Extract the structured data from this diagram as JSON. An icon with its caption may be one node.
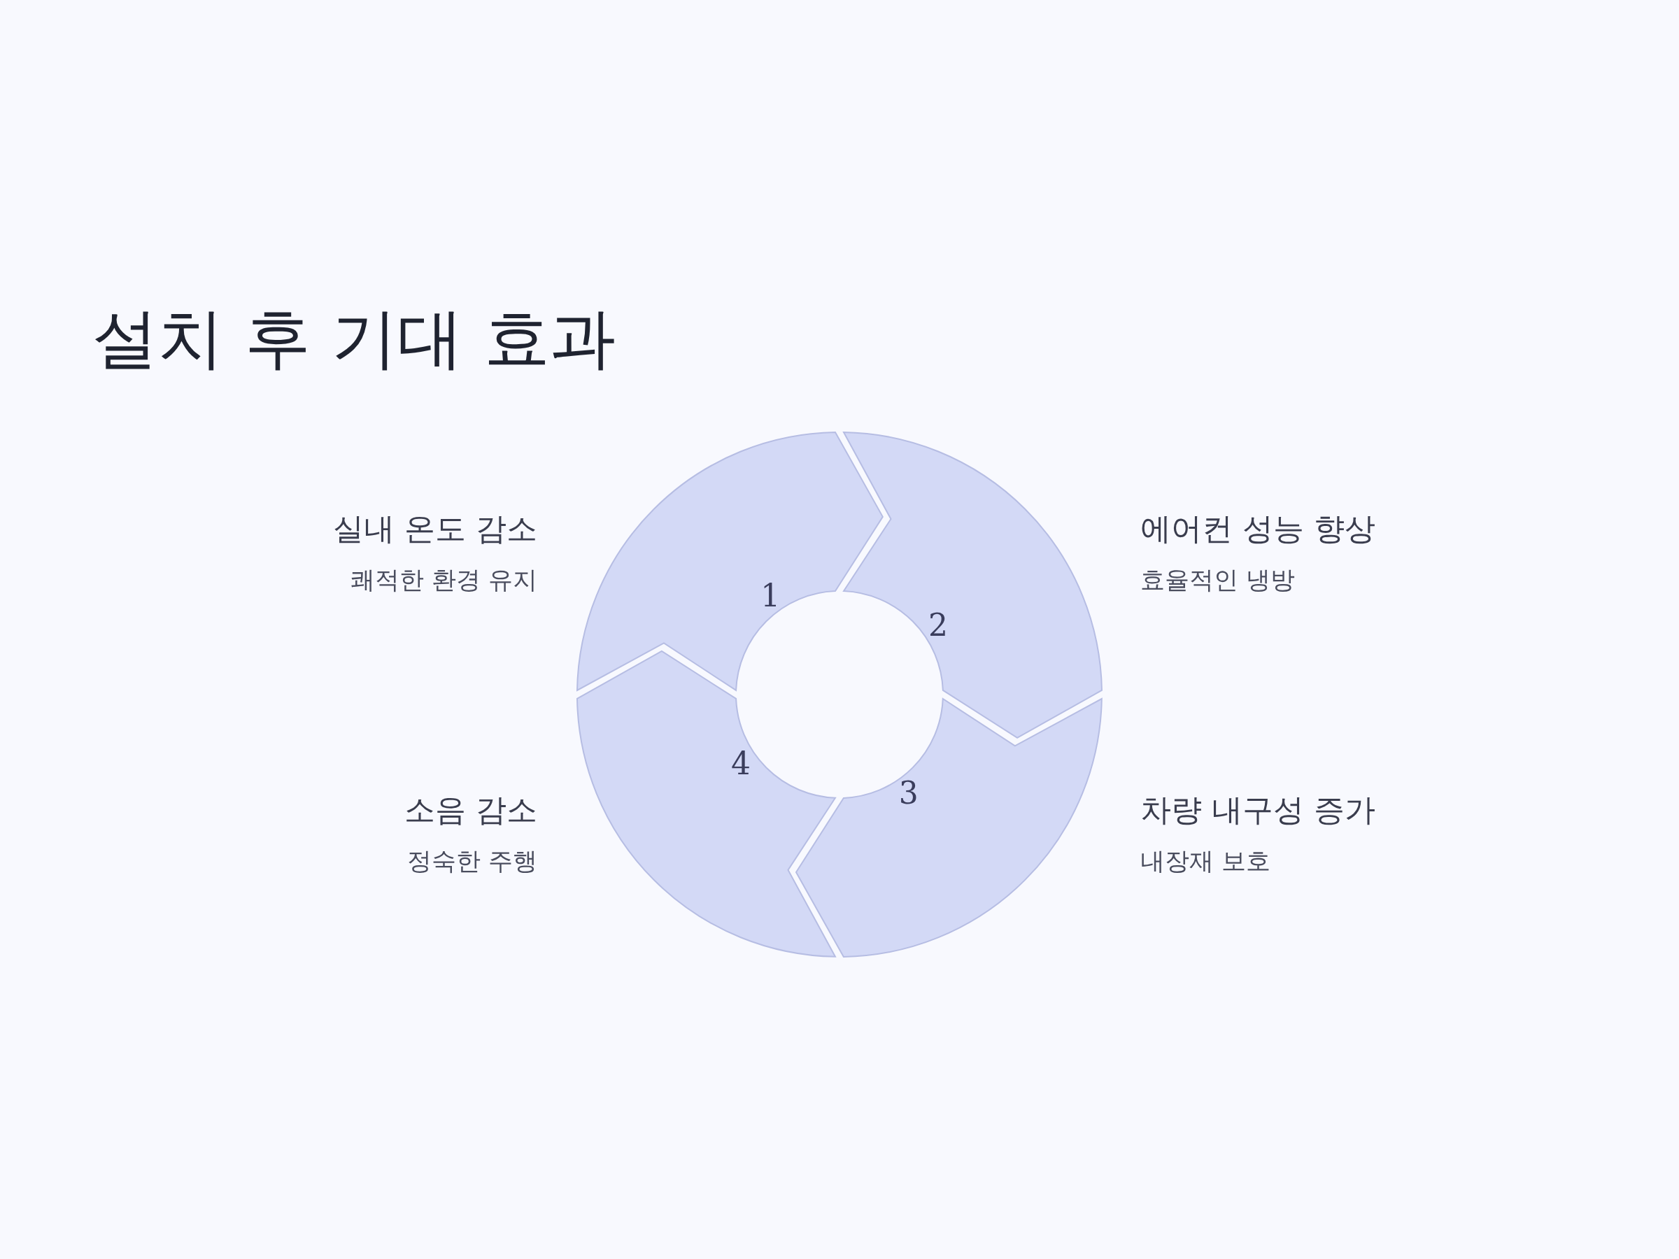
{
  "diagram": {
    "title": "설치 후 기대 효과",
    "nodes": [
      {
        "text": [
          "1"
        ],
        "beside": [
          "실내 온도 감소",
          "쾌적한 환경 유지"
        ]
      },
      {
        "text": [
          "2"
        ],
        "beside": [
          "에어컨 성능 향상",
          "효율적인 냉방"
        ]
      },
      {
        "text": [
          "3"
        ],
        "beside": [
          "차량 내구성 증가",
          "내장재 보호"
        ]
      },
      {
        "text": [
          "4"
        ],
        "beside": [
          "소음 감소",
          "정숙한 주행"
        ]
      }
    ]
  }
}
